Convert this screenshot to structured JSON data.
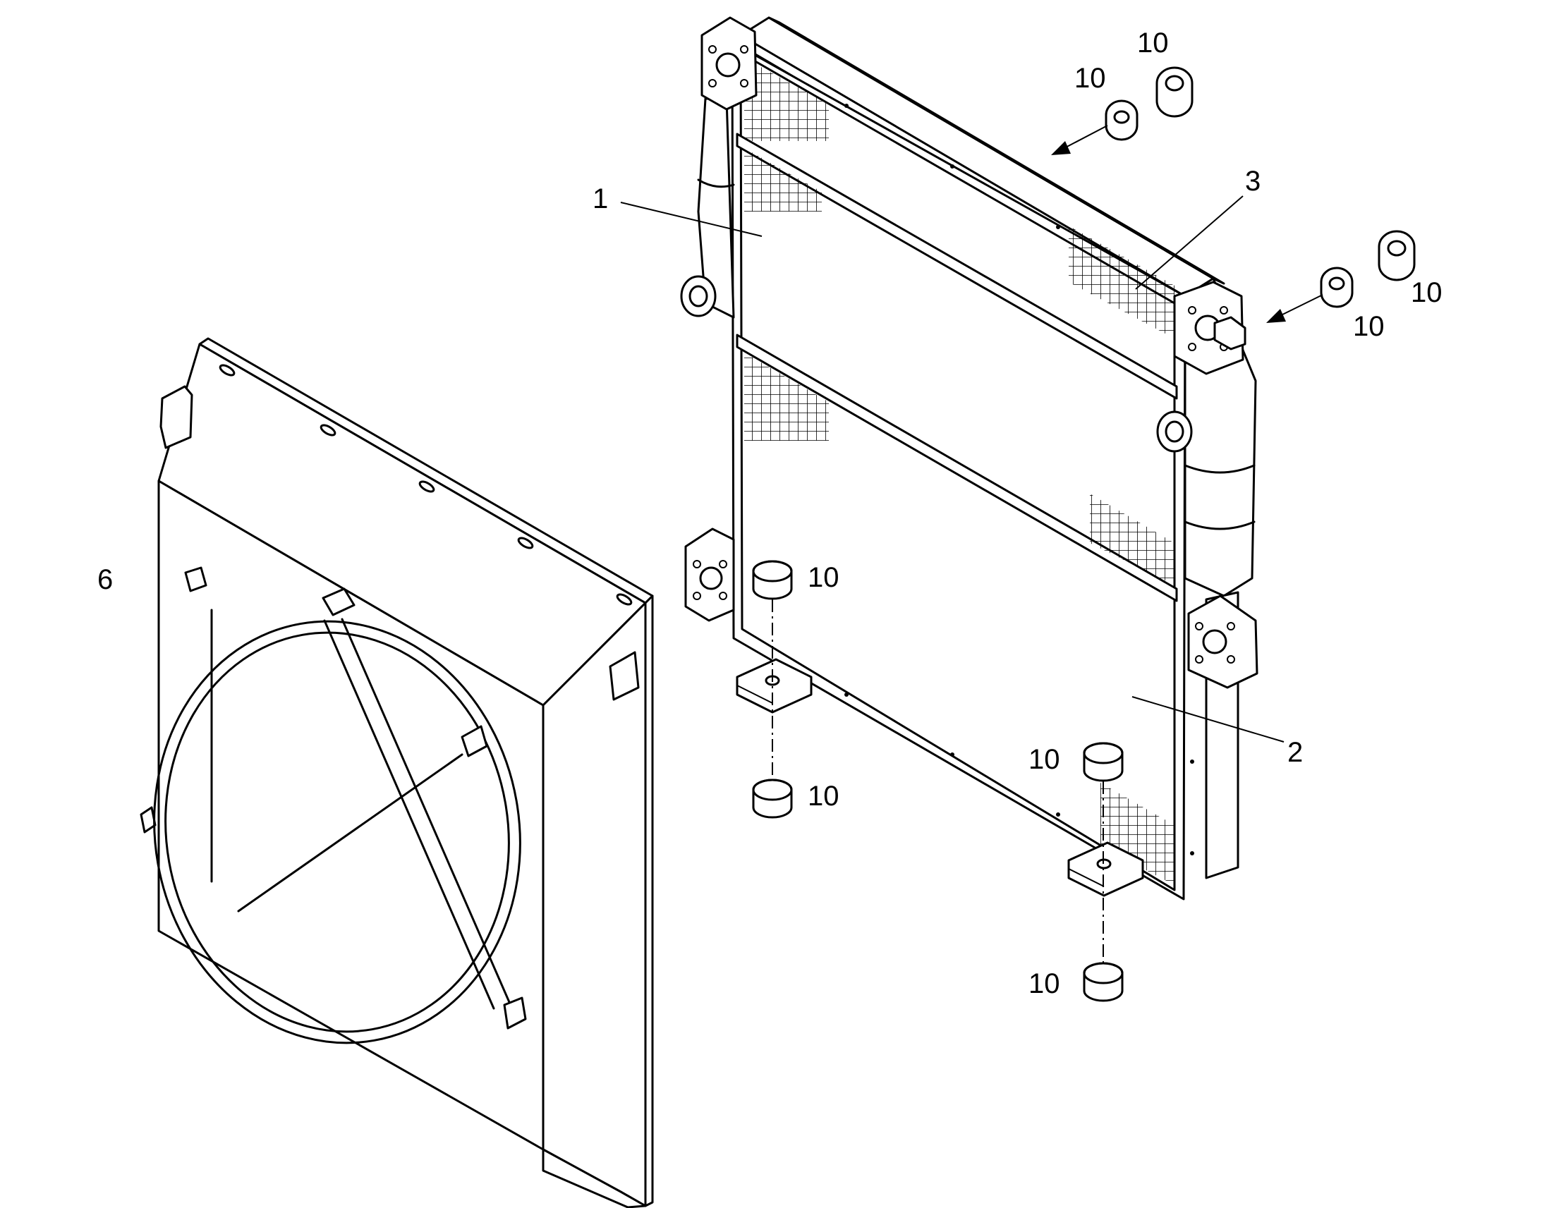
{
  "callouts": {
    "c1": "1",
    "c2": "2",
    "c3": "3",
    "c6": "6",
    "c10": "10"
  }
}
